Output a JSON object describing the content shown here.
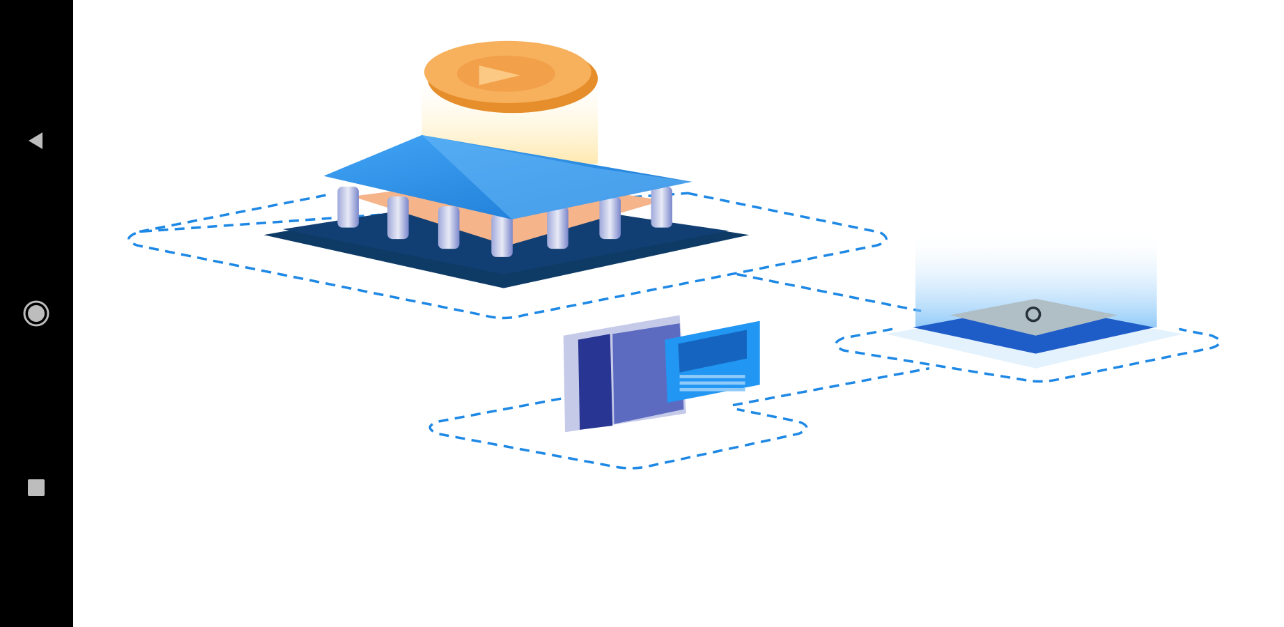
{
  "navbar": {
    "buttons": [
      {
        "name": "back",
        "icon": "triangle-left-icon"
      },
      {
        "name": "home",
        "icon": "circle-icon"
      },
      {
        "name": "recents",
        "icon": "square-icon"
      }
    ]
  },
  "illustration": {
    "elements": [
      "gold-coin",
      "bank-building",
      "payment-terminal",
      "chip"
    ],
    "colors": {
      "accent": "#1e88e5",
      "dashed_line": "#1e88e5",
      "coin": "#f5a94e",
      "roof": "#2196f3",
      "base": "#0d3b66"
    }
  }
}
